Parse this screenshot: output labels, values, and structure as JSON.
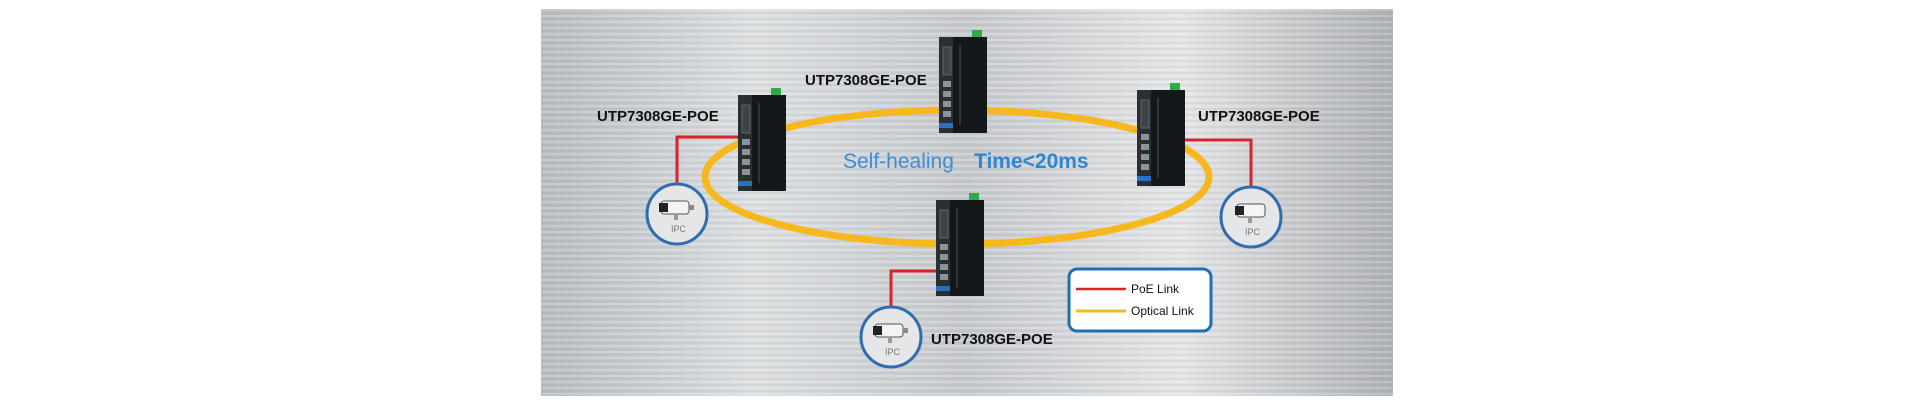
{
  "diagram": {
    "title_part1": "Self-healing",
    "title_part2": "Time<20ms",
    "switches": [
      {
        "id": "top",
        "label": "UTP7308GE-POE"
      },
      {
        "id": "left",
        "label": "UTP7308GE-POE"
      },
      {
        "id": "right",
        "label": "UTP7308GE-POE"
      },
      {
        "id": "bottom",
        "label": "UTP7308GE-POE"
      }
    ],
    "cameras": [
      {
        "id": "left",
        "label": "IPC"
      },
      {
        "id": "right",
        "label": "IPC"
      },
      {
        "id": "bottom",
        "label": "IPC"
      }
    ],
    "legend": {
      "items": [
        {
          "label": "PoE Link",
          "color": "#d9232a"
        },
        {
          "label": "Optical Link",
          "color": "#f6b81c"
        }
      ],
      "border_color": "#1f6fb5"
    },
    "ring_color": "#f6b81c",
    "poe_color": "#d9232a",
    "camera_ring_color": "#2f6db0"
  }
}
